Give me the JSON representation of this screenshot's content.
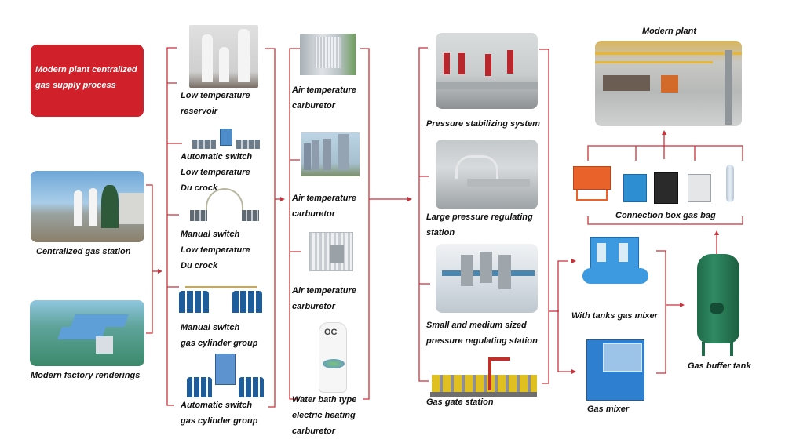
{
  "title": "Modern plant centralized gas supply process",
  "sources": [
    {
      "label": "Centralized gas station",
      "icon": "gas-station-photo"
    },
    {
      "label": "Modern factory renderings",
      "icon": "factory-rendering-photo"
    }
  ],
  "storage": [
    {
      "label_lines": [
        "Low temperature",
        "reservoir"
      ],
      "icon": "storage-tanks-photo"
    },
    {
      "label_lines": [
        "Automatic switch",
        "Low temperature",
        "Du crock"
      ],
      "icon": "auto-switch-dewar-icon"
    },
    {
      "label_lines": [
        "Manual switch",
        "Low temperature",
        "Du crock"
      ],
      "icon": "manual-switch-dewar-icon"
    },
    {
      "label_lines": [
        "Manual switch",
        "gas cylinder group"
      ],
      "icon": "manual-cylinder-group-icon"
    },
    {
      "label_lines": [
        "Automatic switch",
        "gas cylinder group"
      ],
      "icon": "auto-cylinder-group-icon"
    }
  ],
  "vaporizers": [
    {
      "label_lines": [
        "Air temperature",
        "carburetor"
      ],
      "icon": "air-vaporizer-photo"
    },
    {
      "label_lines": [
        "Air temperature",
        "carburetor"
      ],
      "icon": "air-vaporizer-towers-photo"
    },
    {
      "label_lines": [
        "Air temperature",
        "carburetor"
      ],
      "icon": "air-vaporizer-skid-photo"
    },
    {
      "label_lines": [
        "Water bath type",
        "electric heating",
        "carburetor"
      ],
      "icon": "water-bath-heater-photo"
    }
  ],
  "regulators": [
    {
      "label_lines": [
        "Pressure stabilizing system"
      ],
      "icon": "pressure-stabilizer-photo"
    },
    {
      "label_lines": [
        "Large pressure regulating",
        "station"
      ],
      "icon": "large-regulating-station-photo"
    },
    {
      "label_lines": [
        "Small and medium sized",
        "pressure regulating station"
      ],
      "icon": "small-regulating-station-photo"
    },
    {
      "label_lines": [
        "Gas gate station"
      ],
      "icon": "gas-gate-station-photo"
    }
  ],
  "mixers": [
    {
      "label": "With tanks gas mixer",
      "icon": "tank-gas-mixer-photo"
    },
    {
      "label": "Gas mixer",
      "icon": "gas-mixer-photo"
    }
  ],
  "buffer": {
    "label": "Gas buffer tank",
    "icon": "buffer-tank-photo"
  },
  "connection": {
    "label": "Connection box gas bag",
    "icons": [
      "explosion-proof-box",
      "blue-control-box",
      "black-control-box",
      "gray-control-box",
      "gas-bag-column"
    ]
  },
  "destination": {
    "label": "Modern plant",
    "icon": "modern-plant-photo"
  },
  "colors": {
    "accent": "#d0202a",
    "line": "#c9323a"
  }
}
